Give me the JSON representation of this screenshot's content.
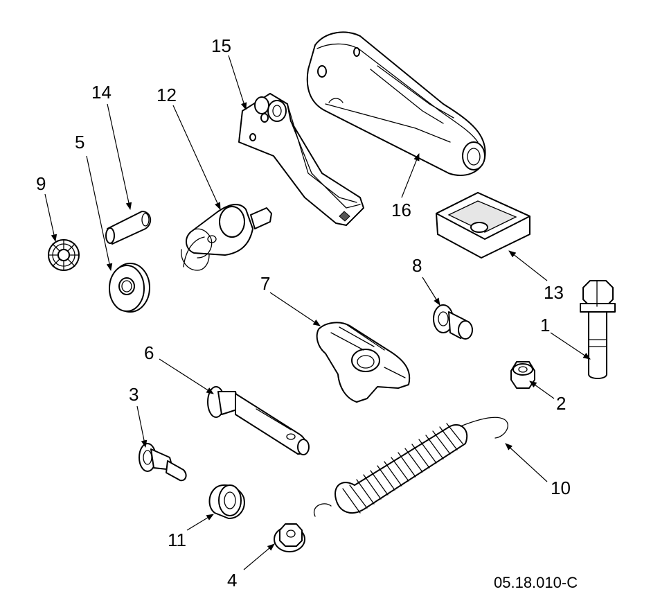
{
  "callouts": {
    "c1": "1",
    "c2": "2",
    "c3": "3",
    "c4": "4",
    "c5": "5",
    "c6": "6",
    "c7": "7",
    "c8": "8",
    "c9": "9",
    "c10": "10",
    "c11": "11",
    "c12": "12",
    "c13": "13",
    "c14": "14",
    "c15": "15",
    "c16": "16"
  },
  "figure_code": "05.18.010-C"
}
